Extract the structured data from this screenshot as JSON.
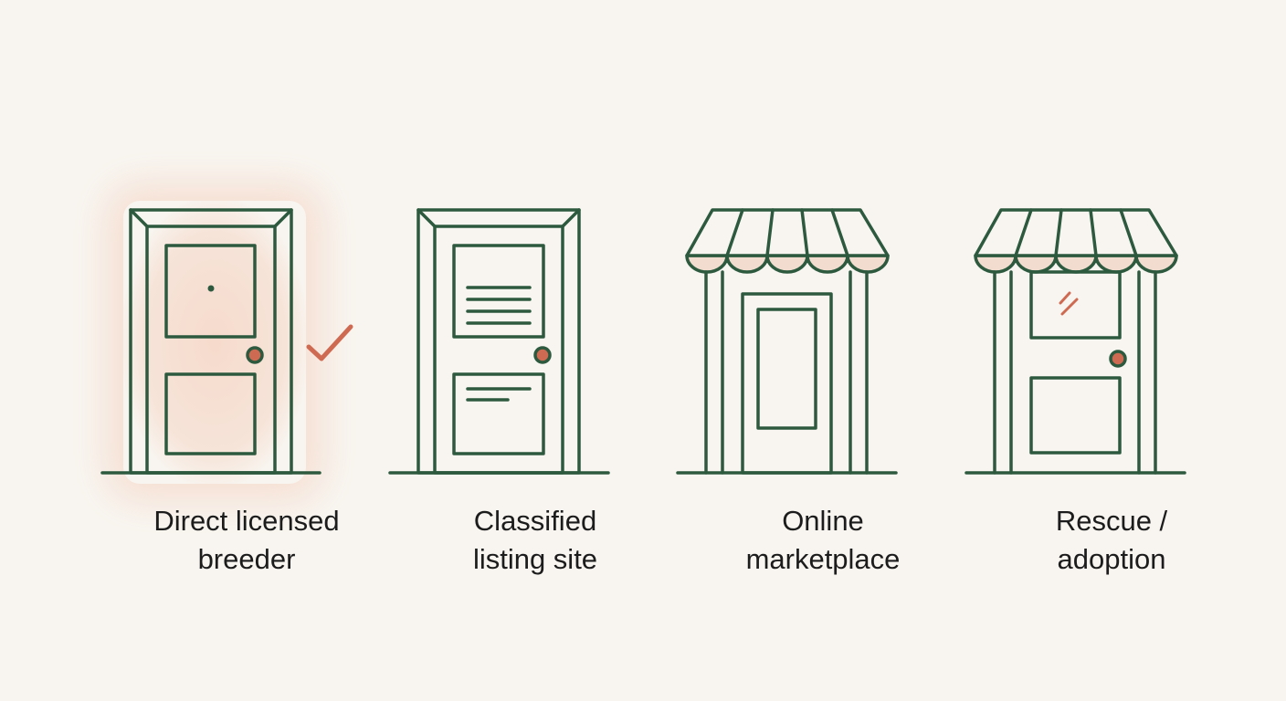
{
  "colors": {
    "background": "#f8f5f0",
    "line": "#2d5a3f",
    "accent": "#cf6a52",
    "awning_fill": "#f1dccf",
    "highlight_glow": "#f0966e"
  },
  "options": [
    {
      "id": "direct-licensed-breeder",
      "icon": "door-icon",
      "label_line1": "Direct licensed",
      "label_line2": "breeder",
      "selected": true,
      "badge_icon": "checkmark-icon"
    },
    {
      "id": "classified-listing-site",
      "icon": "door-with-listing-icon",
      "label_line1": "Classified",
      "label_line2": "listing site",
      "selected": false
    },
    {
      "id": "online-marketplace",
      "icon": "storefront-icon",
      "label_line1": "Online",
      "label_line2": "marketplace",
      "selected": false
    },
    {
      "id": "rescue-adoption",
      "icon": "storefront-with-door-icon",
      "label_line1": "Rescue /",
      "label_line2": "adoption",
      "selected": false
    }
  ]
}
